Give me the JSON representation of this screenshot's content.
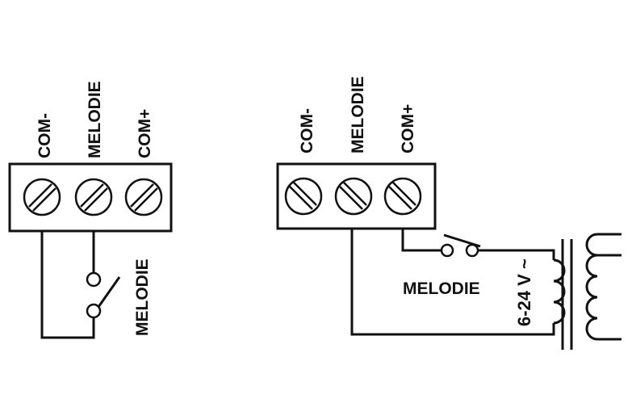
{
  "left_diagram": {
    "terminals": [
      "COM-",
      "MELODIE",
      "COM+"
    ],
    "switch_label": "MELODIE"
  },
  "right_diagram": {
    "terminals": [
      "COM-",
      "MELODIE",
      "COM+"
    ],
    "switch_label": "MELODIE",
    "voltage_label": "6-24 V ~"
  },
  "colors": {
    "ink": "#111111",
    "background": "#ffffff"
  }
}
